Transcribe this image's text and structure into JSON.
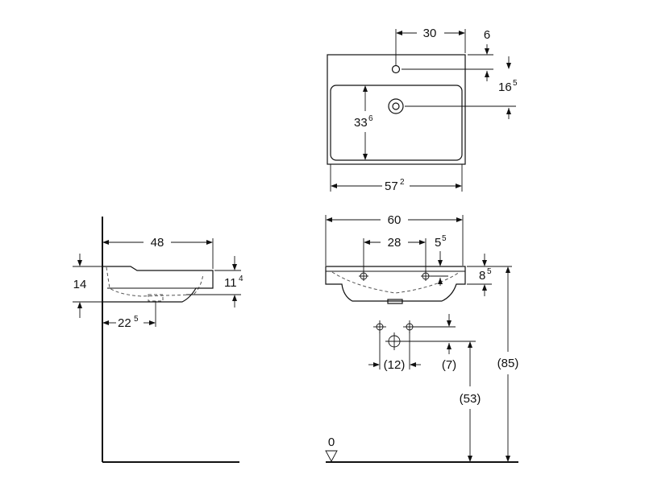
{
  "top_view": {
    "dim_30": "30",
    "dim_6": "6",
    "dim_16": "16",
    "dim_16_sup": "5",
    "dim_33": "33",
    "dim_33_sup": "6",
    "dim_57": "57",
    "dim_57_sup": "2"
  },
  "side_view": {
    "dim_48": "48",
    "dim_14": "14",
    "dim_11": "11",
    "dim_11_sup": "4",
    "dim_22": "22",
    "dim_22_sup": "5"
  },
  "front_view": {
    "dim_60": "60",
    "dim_28": "28",
    "dim_5": "5",
    "dim_5_sup": "5",
    "dim_8": "8",
    "dim_8_sup": "5",
    "dim_12": "(12)",
    "dim_7": "(7)",
    "dim_53": "(53)",
    "dim_85": "(85)",
    "floor_zero": "0"
  },
  "colors": {
    "line": "#111111",
    "hidden_line": "#555555",
    "background": "#ffffff"
  }
}
